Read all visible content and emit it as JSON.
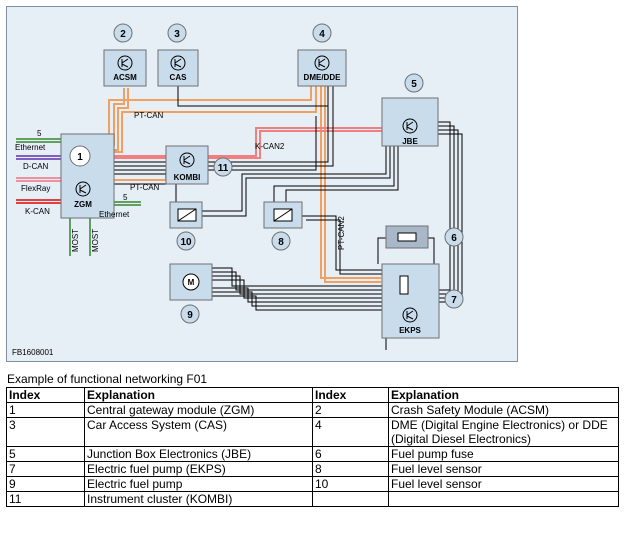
{
  "diagram": {
    "figure_code": "FB1608001",
    "modules": {
      "acsm": "ACSM",
      "cas": "CAS",
      "dme": "DME/DDE",
      "jbe": "JBE",
      "zgm": "ZGM",
      "kombi": "KOMBI",
      "ekps": "EKPS"
    },
    "callouts": [
      "1",
      "2",
      "3",
      "4",
      "5",
      "6",
      "7",
      "8",
      "9",
      "10",
      "11"
    ],
    "bus_labels": {
      "pt_can_top": "PT-CAN",
      "k_can2": "K-CAN2",
      "pt_can_mid": "PT-CAN",
      "pt_can2": "PT-CAN2",
      "ethernet_left": "Ethernet",
      "ethernet_left_num": "5",
      "d_can": "D-CAN",
      "flexray": "FlexRay",
      "k_can": "K-CAN",
      "ethernet_bottom": "Ethernet",
      "ethernet_bottom_num": "5",
      "most_1": "MOST",
      "most_2": "MOST"
    },
    "colors": {
      "pt_can": "#f0a060",
      "k_can": "#e04040",
      "k_can2": "#f08080",
      "d_can": "#8060c0",
      "flexray": "#f090a0",
      "ethernet": "#60a060",
      "most": "#60a060",
      "module_fill": "#c8dcec",
      "module_fill_dark": "#a8b8c8"
    }
  },
  "caption": "Example of functional networking F01",
  "legend": {
    "headers": [
      "Index",
      "Explanation",
      "Index",
      "Explanation"
    ],
    "rows": [
      [
        "1",
        "Central gateway module (ZGM)",
        "2",
        "Crash Safety Module (ACSM)"
      ],
      [
        "3",
        "Car Access System (CAS)",
        "4",
        "DME (Digital Engine Electronics) or DDE (Digital Diesel Electronics)"
      ],
      [
        "5",
        "Junction Box Electronics (JBE)",
        "6",
        "Fuel pump fuse"
      ],
      [
        "7",
        "Electric fuel pump (EKPS)",
        "8",
        "Fuel level sensor"
      ],
      [
        "9",
        "Electric fuel pump",
        "10",
        "Fuel level sensor"
      ],
      [
        "11",
        "Instrument cluster (KOMBI)",
        "",
        ""
      ]
    ]
  }
}
